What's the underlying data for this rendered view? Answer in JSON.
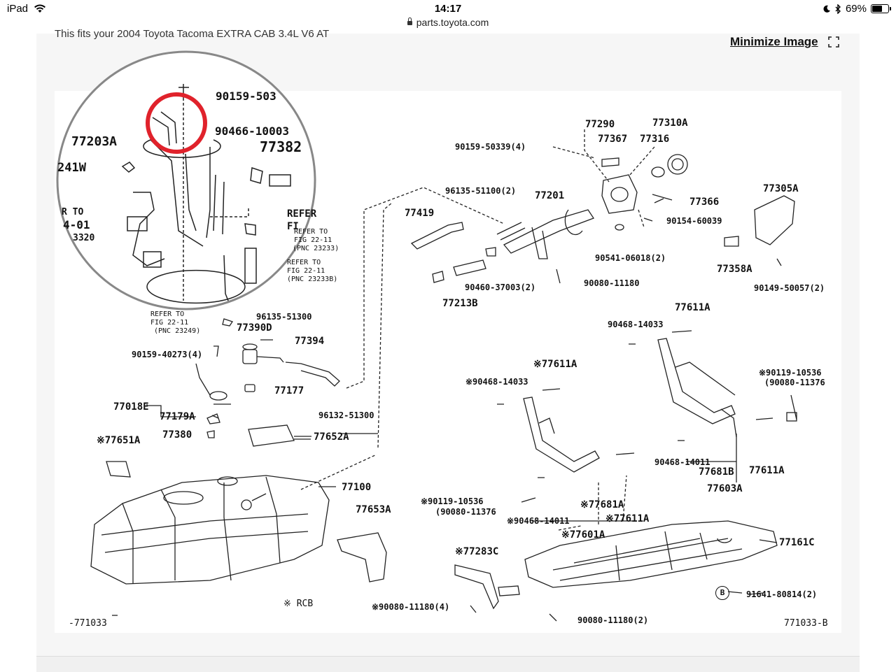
{
  "statusbar": {
    "device": "iPad",
    "time": "14:17",
    "battery": "69%",
    "battery_level": 0.69
  },
  "urlbar": {
    "domain": "parts.toyota.com"
  },
  "page": {
    "fits_text": "This fits your 2004 Toyota Tacoma EXTRA CAB 3.4L V6 AT",
    "minimize_label": "Minimize Image"
  },
  "labels": {
    "p90159_503": "90159-503",
    "p90466_10003": "90466-10003",
    "p77382": "77382",
    "p77203A": "77203A",
    "p241W": "241W",
    "refer_to_left": "R  TO",
    "p4_01": "4-01",
    "p3320": "3320",
    "refer_fi": "REFER",
    "fi": "FI",
    "refer_to_22_11a": "REFER TO",
    "fig_22_11a": "FIG 22-11",
    "pnc_23233": "(PNC 23233)",
    "refer_to_22_11b": "REFER TO",
    "fig_22_11b": "FIG 22-11",
    "pnc_23233b": "(PNC 23233B)",
    "refer_to_22_11c": "REFER TO",
    "fig_22_11c": "FIG 22-11",
    "pnc_23249": "(PNC 23249)",
    "p96135_51300": "96135-51300",
    "p77390D": "77390D",
    "p77394": "77394",
    "p90159_40273": "90159-40273(4)",
    "p77177": "77177",
    "p77018E": "77018E",
    "p77179A": "77179A",
    "p96132_51300": "96132-51300",
    "p77380": "77380",
    "p77652A": "77652A",
    "p77651A": "※77651A",
    "p77100": "77100",
    "p77653A": "77653A",
    "rcb": "※ RCB",
    "p771033": "-771033",
    "p77290": "77290",
    "p77367": "77367",
    "p77310A": "77310A",
    "p77316": "77316",
    "p90159_50339": "90159-50339(4)",
    "p96135_51100": "96135-51100(2)",
    "p77201": "77201",
    "p77366": "77366",
    "p77305A": "77305A",
    "p77419": "77419",
    "p90154_60039": "90154-60039",
    "p90541_06018": "90541-06018(2)",
    "p77358A": "77358A",
    "p90460_37003": "90460-37003(2)",
    "p90080_11180a": "90080-11180",
    "p90149_50057": "90149-50057(2)",
    "p77213B": "77213B",
    "p77611A_top": "77611A",
    "p90468_14033a": "90468-14033",
    "p77611A_mid": "※77611A",
    "p90468_14033b": "※90468-14033",
    "p90119_10536a": "※90119-10536",
    "p90080_11376a": "(90080-11376",
    "p90468_14011a": "90468-14011",
    "p77681B": "77681B",
    "p77611A_r": "77611A",
    "p77603A": "77603A",
    "p90119_10536b": "※90119-10536",
    "p90080_11376b": "(90080-11376",
    "p77681A": "※77681A",
    "p90468_14011b": "※90468-14011",
    "p77611A_b": "※77611A",
    "p77601A": "※77601A",
    "p77283C": "※77283C",
    "p77161C": "77161C",
    "b_marker": "B",
    "p91641_80814": "91641-80814(2)",
    "p90080_11180b": "※90080-11180(4)",
    "p90080_11180c": "90080-11180(2)",
    "p771033B": "771033-B"
  },
  "colors": {
    "highlight_circle": "#e0222b",
    "magnifier_ring": "#888888"
  }
}
